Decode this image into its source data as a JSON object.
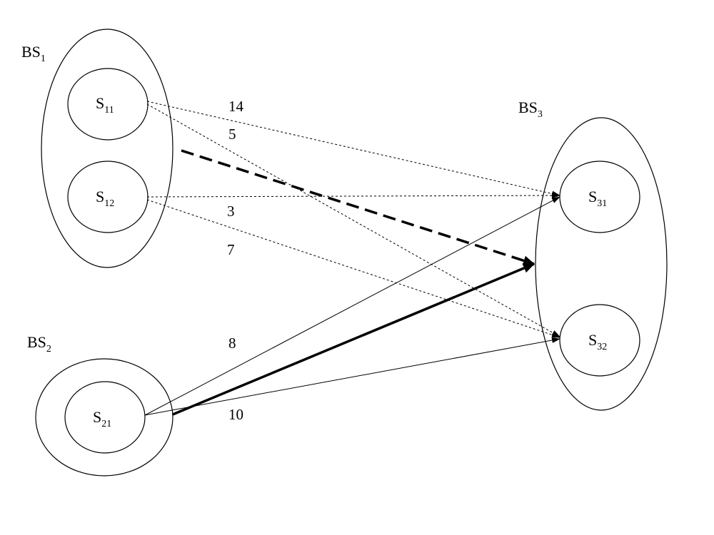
{
  "groups": {
    "bs1": {
      "main": "BS",
      "sub": "1"
    },
    "bs2": {
      "main": "BS",
      "sub": "2"
    },
    "bs3": {
      "main": "BS",
      "sub": "3"
    }
  },
  "nodes": {
    "s11": {
      "main": "S",
      "sub": "11"
    },
    "s12": {
      "main": "S",
      "sub": "12"
    },
    "s21": {
      "main": "S",
      "sub": "21"
    },
    "s31": {
      "main": "S",
      "sub": "31"
    },
    "s32": {
      "main": "S",
      "sub": "32"
    }
  },
  "edges": [
    {
      "from": "S11",
      "to": "S31",
      "label": "14",
      "style": "dotted"
    },
    {
      "from": "S11",
      "to": "S32",
      "label": "5",
      "style": "dotted"
    },
    {
      "from": "S12",
      "to": "S31",
      "label": "3",
      "style": "dotted"
    },
    {
      "from": "S12",
      "to": "S32",
      "label": "7",
      "style": "dotted"
    },
    {
      "from": "S21",
      "to": "S31",
      "label": "8",
      "style": "solid"
    },
    {
      "from": "S21",
      "to": "S32",
      "label": "10",
      "style": "solid"
    }
  ],
  "group_edges": [
    {
      "from": "BS1",
      "to": "BS3",
      "style": "bold-dashed"
    },
    {
      "from": "BS2",
      "to": "BS3",
      "style": "bold-solid"
    }
  ],
  "colors": {
    "stroke": "#000000",
    "background": "#ffffff"
  }
}
